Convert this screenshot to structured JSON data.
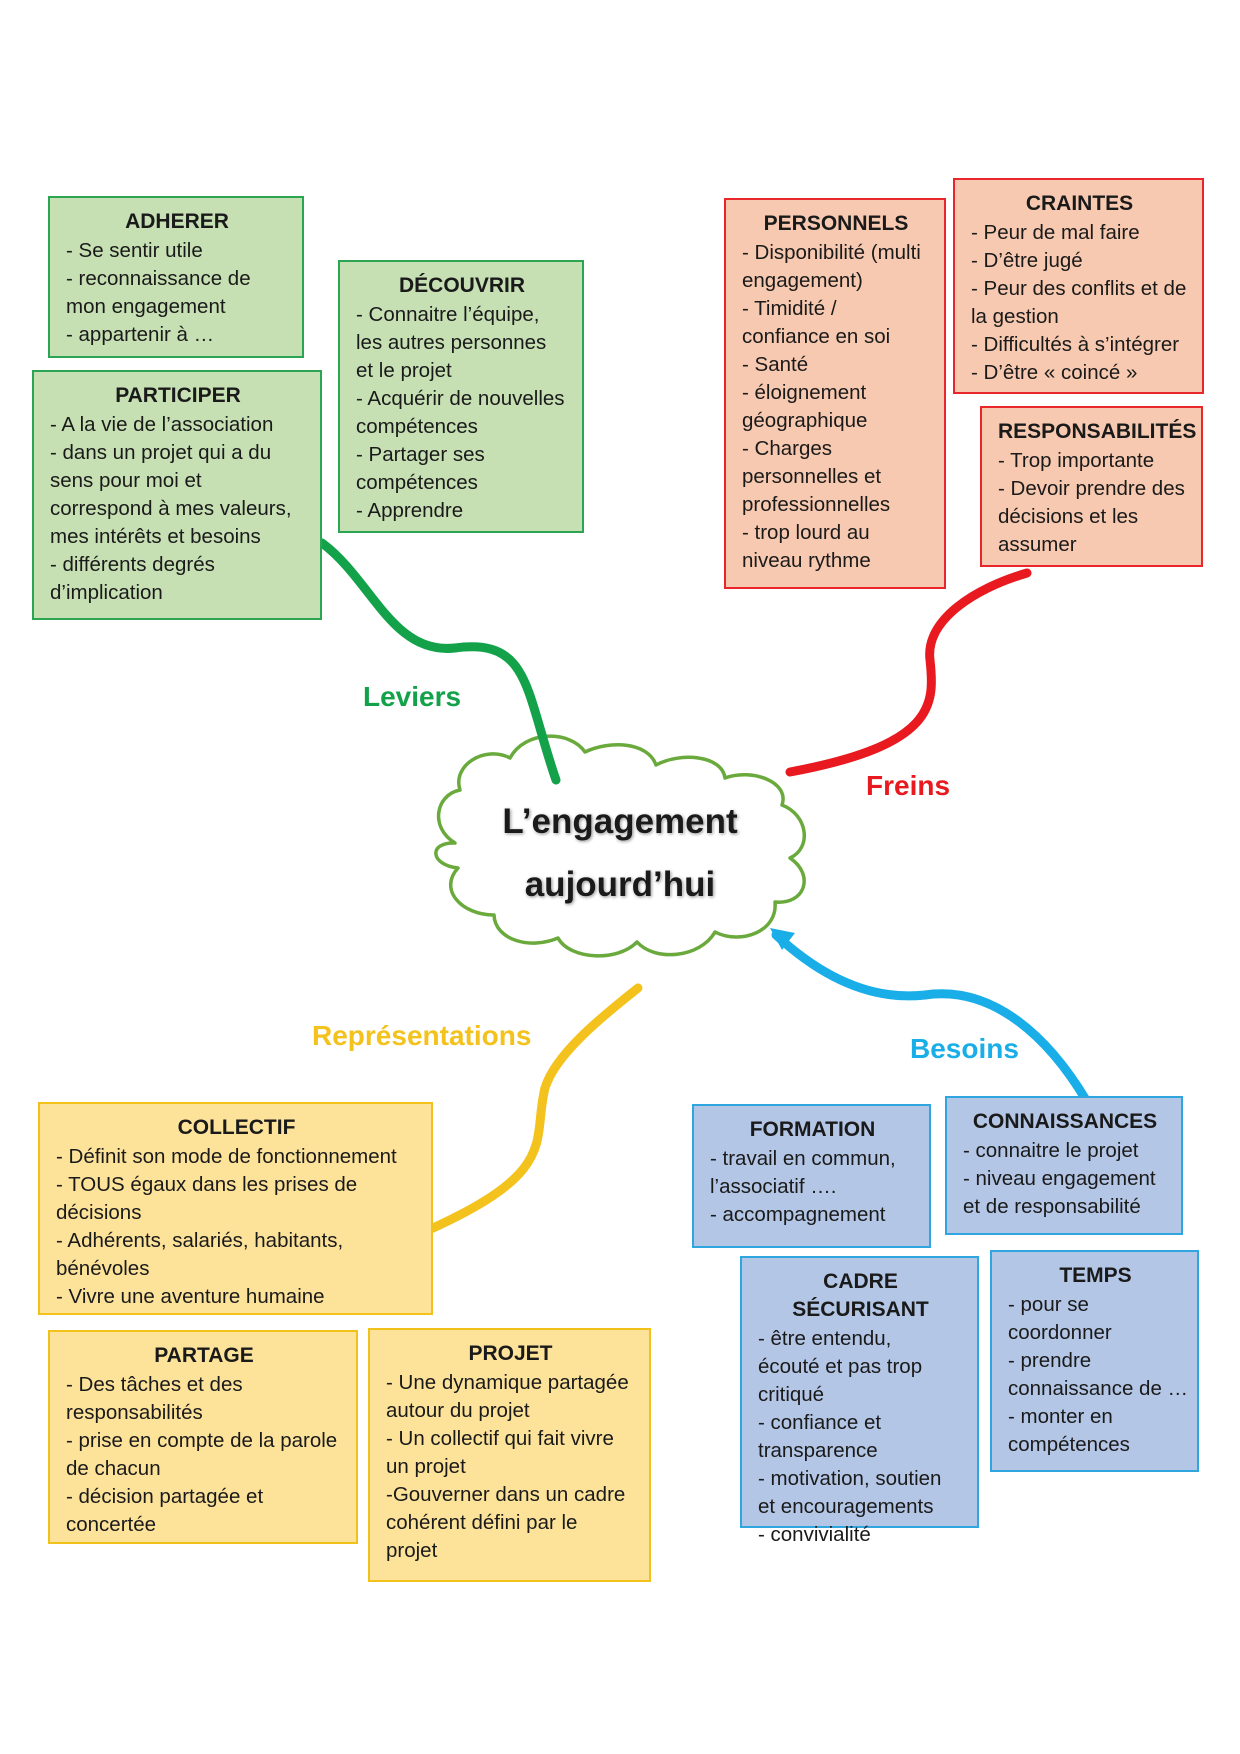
{
  "center": {
    "line1": "L’engagement",
    "line2": "aujourd’hui"
  },
  "colors": {
    "green": "#13a24a",
    "red": "#e8191f",
    "yellow": "#f4c21c",
    "blue": "#19aee8",
    "cloud_outline": "#6aaa3c"
  },
  "branches": {
    "leviers": {
      "label": "Leviers",
      "color": "#13a24a"
    },
    "freins": {
      "label": "Freins",
      "color": "#e8191f"
    },
    "representations": {
      "label": "Représentations",
      "color": "#f4c21c"
    },
    "besoins": {
      "label": "Besoins",
      "color": "#19aee8"
    }
  },
  "boxes": {
    "adherer": {
      "title": "ADHERER",
      "lines": [
        "- Se sentir utile",
        "- reconnaissance de",
        "mon engagement",
        "- appartenir à …"
      ]
    },
    "participer": {
      "title": "PARTICIPER",
      "lines": [
        "- A la vie de l’association",
        "- dans un projet qui a du",
        "sens pour moi et",
        "correspond à mes valeurs,",
        "mes intérêts et besoins",
        "- différents degrés",
        "d’implication"
      ]
    },
    "decouvrir": {
      "title": "DÉCOUVRIR",
      "lines": [
        "- Connaitre l’équipe,",
        "les autres personnes",
        "et le projet",
        "- Acquérir de nouvelles",
        "compétences",
        "- Partager ses",
        "compétences",
        "- Apprendre"
      ]
    },
    "personnels": {
      "title": "PERSONNELS",
      "lines": [
        "- Disponibilité (multi",
        "engagement)",
        "- Timidité /",
        "confiance en soi",
        "- Santé",
        "- éloignement",
        "géographique",
        "- Charges",
        "personnelles et",
        "professionnelles",
        "- trop lourd au",
        "niveau rythme"
      ]
    },
    "craintes": {
      "title": "CRAINTES",
      "lines": [
        "- Peur de mal faire",
        "- D’être jugé",
        "- Peur des conflits et de",
        "la gestion",
        "- Difficultés à s’intégrer",
        "- D’être « coincé »"
      ]
    },
    "responsabilites": {
      "title": "RESPONSABILITÉS",
      "lines": [
        "- Trop importante",
        "- Devoir prendre des",
        "décisions et les",
        "assumer"
      ]
    },
    "collectif": {
      "title": "COLLECTIF",
      "lines": [
        "- Définit son mode de fonctionnement",
        "- TOUS égaux dans les prises de",
        "décisions",
        "- Adhérents, salariés, habitants,",
        "bénévoles",
        "- Vivre une aventure humaine"
      ]
    },
    "partage": {
      "title": "PARTAGE",
      "lines": [
        "- Des tâches et des",
        "responsabilités",
        "- prise en compte de la parole",
        "de chacun",
        "- décision partagée et",
        "concertée"
      ]
    },
    "projet": {
      "title": "PROJET",
      "lines": [
        "- Une dynamique partagée",
        "autour du projet",
        "- Un collectif qui fait vivre",
        "un projet",
        "-Gouverner dans un cadre",
        "cohérent défini par le",
        "projet"
      ]
    },
    "formation": {
      "title": "FORMATION",
      "lines": [
        "- travail en commun,",
        "l’associatif ….",
        "- accompagnement"
      ]
    },
    "connaissances": {
      "title": "CONNAISSANCES",
      "lines": [
        "- connaitre le projet",
        "- niveau engagement",
        "et de responsabilité"
      ]
    },
    "cadre": {
      "title": "CADRE SÉCURISANT",
      "lines": [
        "- être entendu,",
        "écouté et pas trop",
        "critiqué",
        "- confiance et",
        "transparence",
        "- motivation, soutien",
        "et encouragements",
        "- convivialité"
      ]
    },
    "temps": {
      "title": "TEMPS",
      "lines": [
        "- pour se",
        "coordonner",
        "- prendre",
        "connaissance de …",
        "- monter en",
        "compétences"
      ]
    }
  }
}
